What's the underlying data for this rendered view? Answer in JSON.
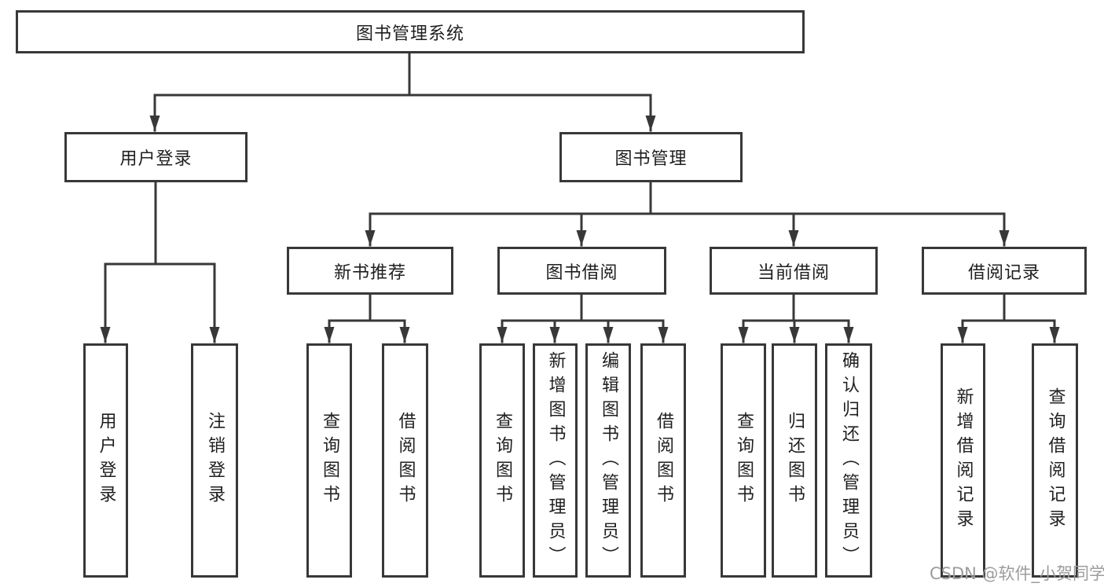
{
  "diagram": {
    "root": {
      "label": "图书管理系统"
    },
    "level2": [
      {
        "id": "user-login",
        "label": "用户登录",
        "children": [
          {
            "label": "用户登录"
          },
          {
            "label": "注销登录"
          }
        ]
      },
      {
        "id": "book-management",
        "label": "图书管理",
        "children": [
          {
            "id": "new-book-recommend",
            "label": "新书推荐",
            "children": [
              {
                "label": "查询图书"
              },
              {
                "label": "借阅图书"
              }
            ]
          },
          {
            "id": "book-borrowing",
            "label": "图书借阅",
            "children": [
              {
                "label": "查询图书"
              },
              {
                "label": "新增图书（管理员）"
              },
              {
                "label": "编辑图书（管理员）"
              },
              {
                "label": "借阅图书"
              }
            ]
          },
          {
            "id": "current-borrowing",
            "label": "当前借阅",
            "children": [
              {
                "label": "查询图书"
              },
              {
                "label": "归还图书"
              },
              {
                "label": "确认归还（管理员）"
              }
            ]
          },
          {
            "id": "borrow-records",
            "label": "借阅记录",
            "children": [
              {
                "label": "新增借阅记录"
              },
              {
                "label": "查询借阅记录"
              }
            ]
          }
        ]
      }
    ]
  },
  "watermark": {
    "text": "CSDN @软件_小贺同学",
    "color": "#9c9c9c"
  },
  "colors": {
    "line": "#383838",
    "box_border": "#383838",
    "text": "#1f1f1f",
    "background": "#ffffff"
  }
}
